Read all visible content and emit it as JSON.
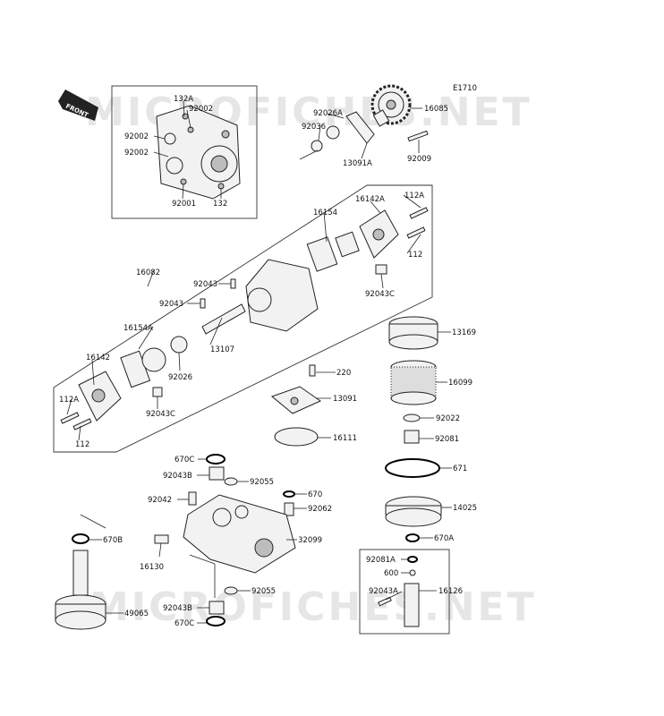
{
  "diagram": {
    "code": "E1710",
    "front_label": "FRONT",
    "watermark": "MICROFICHES.NET",
    "parts": [
      {
        "id": "132A",
        "label": "132A"
      },
      {
        "id": "92002a",
        "label": "92002"
      },
      {
        "id": "92002b",
        "label": "92002"
      },
      {
        "id": "92002c",
        "label": "92002"
      },
      {
        "id": "92001",
        "label": "92001"
      },
      {
        "id": "132",
        "label": "132"
      },
      {
        "id": "92026A",
        "label": "92026A"
      },
      {
        "id": "92036",
        "label": "92036"
      },
      {
        "id": "13091A",
        "label": "13091A"
      },
      {
        "id": "16085",
        "label": "16085"
      },
      {
        "id": "92009",
        "label": "92009"
      },
      {
        "id": "16142A",
        "label": "16142A"
      },
      {
        "id": "112Ar",
        "label": "112A"
      },
      {
        "id": "16154",
        "label": "16154"
      },
      {
        "id": "112r",
        "label": "112"
      },
      {
        "id": "92043Ctop",
        "label": "92043C"
      },
      {
        "id": "16082",
        "label": "16082"
      },
      {
        "id": "92043a",
        "label": "92043"
      },
      {
        "id": "92043b",
        "label": "92043"
      },
      {
        "id": "16154A",
        "label": "16154A"
      },
      {
        "id": "13107",
        "label": "13107"
      },
      {
        "id": "16142",
        "label": "16142"
      },
      {
        "id": "92026",
        "label": "92026"
      },
      {
        "id": "112Al",
        "label": "112A"
      },
      {
        "id": "92043Cbot",
        "label": "92043C"
      },
      {
        "id": "112l",
        "label": "112"
      },
      {
        "id": "13169",
        "label": "13169"
      },
      {
        "id": "220",
        "label": "220"
      },
      {
        "id": "16099",
        "label": "16099"
      },
      {
        "id": "13091",
        "label": "13091"
      },
      {
        "id": "92022",
        "label": "92022"
      },
      {
        "id": "16111",
        "label": "16111"
      },
      {
        "id": "92081",
        "label": "92081"
      },
      {
        "id": "670Ctop",
        "label": "670C"
      },
      {
        "id": "671",
        "label": "671"
      },
      {
        "id": "92043B",
        "label": "92043B"
      },
      {
        "id": "92055a",
        "label": "92055"
      },
      {
        "id": "670",
        "label": "670"
      },
      {
        "id": "92042",
        "label": "92042"
      },
      {
        "id": "92062",
        "label": "92062"
      },
      {
        "id": "14025",
        "label": "14025"
      },
      {
        "id": "670B",
        "label": "670B"
      },
      {
        "id": "670A",
        "label": "670A"
      },
      {
        "id": "32099",
        "label": "32099"
      },
      {
        "id": "16130",
        "label": "16130"
      },
      {
        "id": "92081A",
        "label": "92081A"
      },
      {
        "id": "600",
        "label": "600"
      },
      {
        "id": "92055b",
        "label": "92055"
      },
      {
        "id": "92043A",
        "label": "92043A"
      },
      {
        "id": "16126",
        "label": "16126"
      },
      {
        "id": "49065",
        "label": "49065"
      },
      {
        "id": "92043Bb",
        "label": "92043B"
      },
      {
        "id": "670Cbot",
        "label": "670C"
      }
    ]
  }
}
